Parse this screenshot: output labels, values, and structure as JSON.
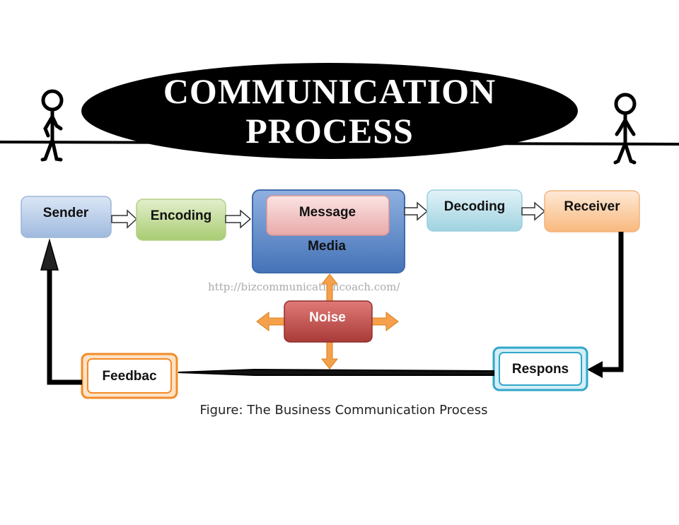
{
  "title": {
    "line1": "COMMUNICATION",
    "line2": "PROCESS"
  },
  "nodes": {
    "sender": "Sender",
    "encoding": "Encoding",
    "message": "Message",
    "media": "Media",
    "decoding": "Decoding",
    "receiver": "Receiver",
    "noise": "Noise",
    "response": "Respons",
    "feedback": "Feedbac"
  },
  "watermark": "http://bizcommunicationcoach.com/",
  "caption": "Figure: The Business Communication Process",
  "colors": {
    "sender": "#b9cde8",
    "encoding": "#c3dc9a",
    "media": "#5b86c5",
    "message": "#f2c4c4",
    "decoding": "#bfe3ec",
    "receiver": "#fbd3ad",
    "noise": "#c0504d",
    "noise_arrows": "#f5a04a",
    "response_border": "#31a7c9",
    "feedback_border": "#f28c28",
    "title_oval": "#000000"
  }
}
